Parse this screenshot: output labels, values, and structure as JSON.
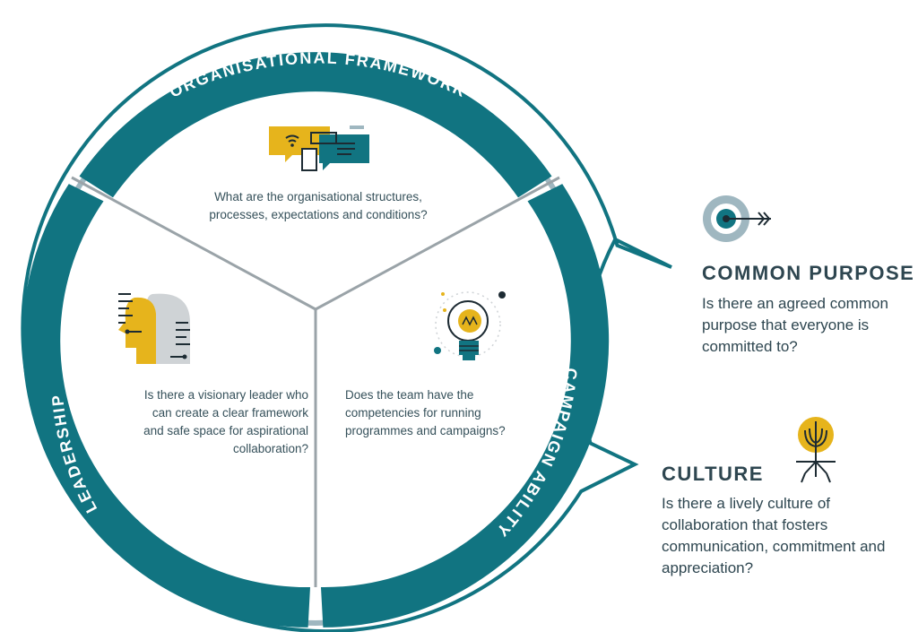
{
  "colors": {
    "teal": "#117481",
    "light_ring": "#9fb7c0",
    "divider": "#9aa3a8",
    "gold": "#e6b41c",
    "dark": "#1d2b33",
    "gray_icon": "#cfd3d6",
    "text": "#2e4650"
  },
  "ring_labels": {
    "top": "ORGANISATIONAL FRAMEWORK",
    "left": "LEADERSHIP",
    "right": "CAMPAIGN ABILITY"
  },
  "segments": {
    "top": {
      "icon": "chat-bubbles-icon",
      "text": "What are the organisational structures, processes, expectations and conditions?"
    },
    "left": {
      "icon": "head-profile-icon",
      "text": "Is there a visionary leader who can create a clear framework and safe space for aspirational collaboration?"
    },
    "right": {
      "icon": "lightbulb-icon",
      "text": "Does the team have the competencies for running programmes and campaigns?"
    }
  },
  "side": {
    "purpose": {
      "icon": "target-arrow-icon",
      "title": "COMMON PURPOSE",
      "text": "Is there an agreed common purpose that everyone is committed to?"
    },
    "culture": {
      "icon": "tree-roots-icon",
      "title": "CULTURE",
      "text": "Is there a lively culture of collaboration that fosters communication, commitment and appreciation?"
    }
  }
}
